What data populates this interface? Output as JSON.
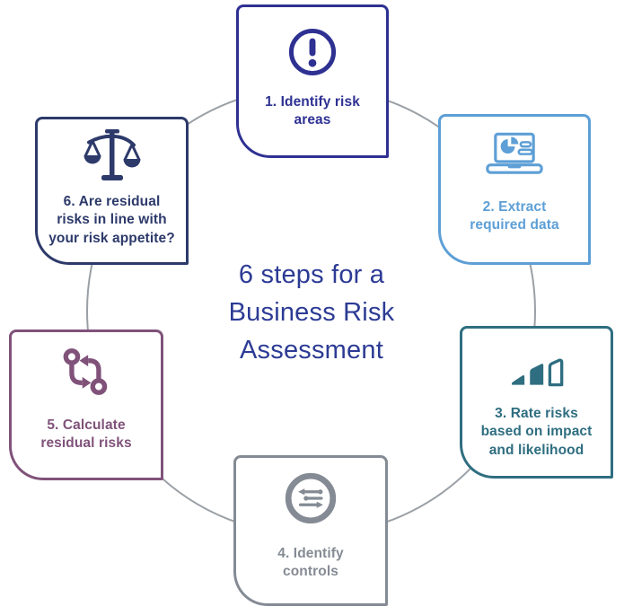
{
  "title": {
    "text": "6 steps for a\nBusiness Risk\nAssessment",
    "color": "#2c3b94"
  },
  "steps": [
    {
      "label": "1. Identify risk\nareas",
      "icon": "alert-circle-icon",
      "color": "#2e3192"
    },
    {
      "label": "2. Extract\nrequired data",
      "icon": "laptop-analytics-icon",
      "color": "#5d9fd6"
    },
    {
      "label": "3. Rate risks\nbased on impact\nand likelihood",
      "icon": "bar-chart-growth-icon",
      "color": "#2f6e80"
    },
    {
      "label": "4. Identify\ncontrols",
      "icon": "controls-sliders-icon",
      "color": "#858b94"
    },
    {
      "label": "5. Calculate\nresidual risks",
      "icon": "cycle-arrows-icon",
      "color": "#80527a"
    },
    {
      "label": "6. Are residual\nrisks in line with\nyour risk appetite?",
      "icon": "balance-scale-icon",
      "color": "#2d3a6a"
    }
  ],
  "connector": {
    "color": "#9aa0a6"
  }
}
